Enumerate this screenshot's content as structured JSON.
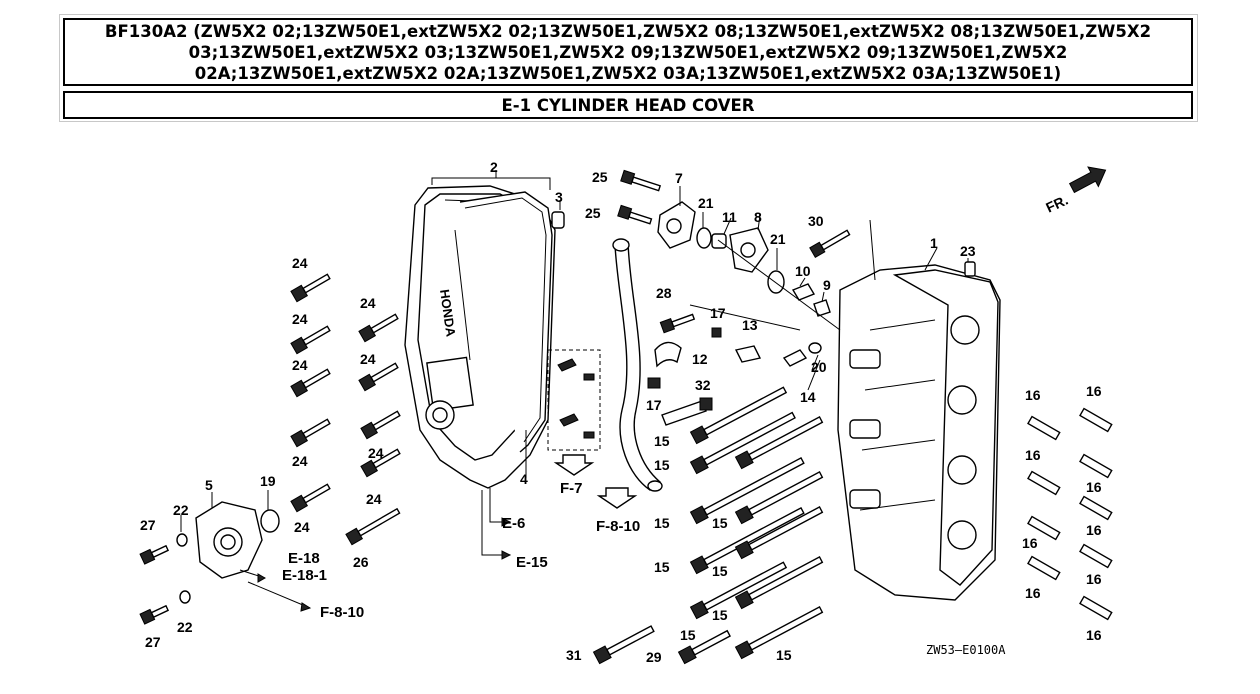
{
  "header": {
    "model_line": "BF130A2 (ZW5X2 02;13ZW50E1,extZW5X2 02;13ZW50E1,ZW5X2 08;13ZW50E1,extZW5X2 08;13ZW50E1,ZW5X2 03;13ZW50E1,extZW5X2 03;13ZW50E1,ZW5X2 09;13ZW50E1,extZW5X2 09;13ZW50E1,ZW5X2 02A;13ZW50E1,extZW5X2 02A;13ZW50E1,ZW5X2 03A;13ZW50E1,extZW5X2 03A;13ZW50E1)",
    "section_title": "E-1 CYLINDER HEAD COVER"
  },
  "diagram": {
    "drawing_code": "ZW53—E0100A",
    "direction_label": "FR.",
    "cover_brand_text": "HONDA",
    "part_numbers": [
      "1",
      "2",
      "3",
      "4",
      "5",
      "7",
      "8",
      "9",
      "10",
      "11",
      "12",
      "13",
      "14",
      "15",
      "16",
      "17",
      "19",
      "20",
      "21",
      "22",
      "23",
      "24",
      "25",
      "26",
      "27",
      "28",
      "29",
      "30",
      "31",
      "32"
    ],
    "references": [
      "E-6",
      "E-15",
      "E-18",
      "E-18-1",
      "F-7",
      "F-8-10"
    ]
  }
}
